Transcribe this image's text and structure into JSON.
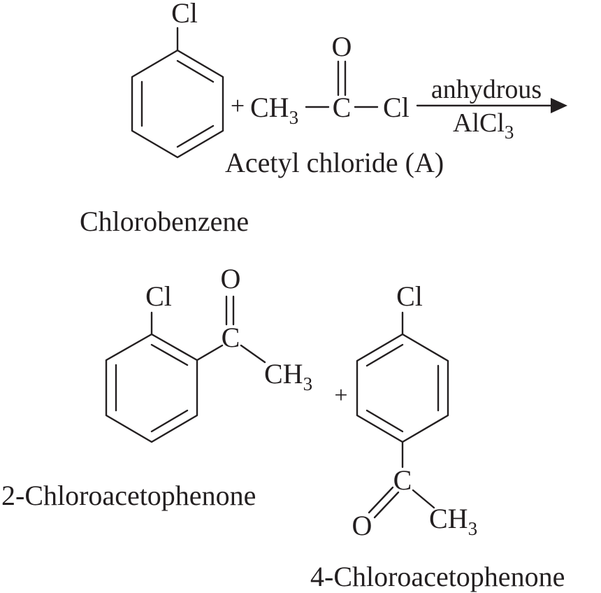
{
  "reactant_1": {
    "substituent": "Cl",
    "caption": "Chlorobenzene"
  },
  "reactant_2": {
    "methyl_main": "CH",
    "methyl_sub": "3",
    "dash_1": "—",
    "carbonyl_carbon": "C",
    "dash_2": "—",
    "chlorine": "Cl",
    "oxygen": "O",
    "caption": "Acetyl chloride (A)"
  },
  "plus_sign": "+",
  "arrow": {
    "above": "anhydrous",
    "below_main": "AlCl",
    "below_sub": "3"
  },
  "product_ortho": {
    "ring_substituent": "Cl",
    "oxygen": "O",
    "carbonyl_carbon": "C",
    "methyl_main": "CH",
    "methyl_sub": "3",
    "caption": "2-Chloroacetophenone"
  },
  "products_plus": "+",
  "product_para": {
    "ring_substituent": "Cl",
    "carbonyl_carbon": "C",
    "oxygen": "O",
    "methyl_main": "CH",
    "methyl_sub": "3",
    "caption": "4-Chloroacetophenone"
  }
}
